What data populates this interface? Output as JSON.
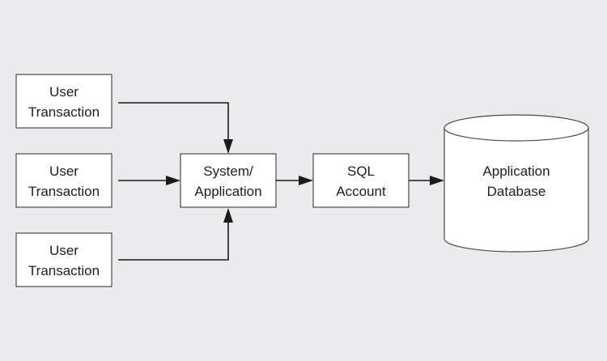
{
  "nodes": {
    "user_transaction_1": {
      "line1": "User",
      "line2": "Transaction"
    },
    "user_transaction_2": {
      "line1": "User",
      "line2": "Transaction"
    },
    "user_transaction_3": {
      "line1": "User",
      "line2": "Transaction"
    },
    "system_application": {
      "line1": "System/",
      "line2": "Application"
    },
    "sql_account": {
      "line1": "SQL",
      "line2": "Account"
    },
    "application_database": {
      "line1": "Application",
      "line2": "Database"
    }
  },
  "edges": [
    {
      "from": "user_transaction_1",
      "to": "system_application"
    },
    {
      "from": "user_transaction_2",
      "to": "system_application"
    },
    {
      "from": "user_transaction_3",
      "to": "system_application"
    },
    {
      "from": "system_application",
      "to": "sql_account"
    },
    {
      "from": "sql_account",
      "to": "application_database"
    }
  ],
  "colors": {
    "background": "#ebebed",
    "box_fill": "#ffffff",
    "box_stroke": "#4a4a4a",
    "arrow": "#1a1a1a",
    "text": "#1e1e1e"
  }
}
